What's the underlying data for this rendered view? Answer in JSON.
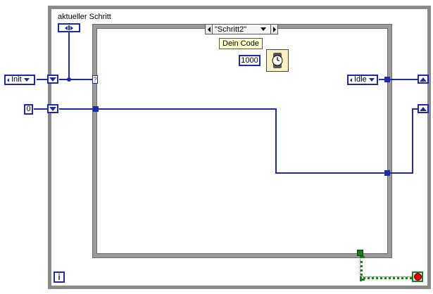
{
  "loop": {
    "iteration_terminal": "i"
  },
  "state_indicator": {
    "label": "aktueller Schritt"
  },
  "inputs": {
    "init_enum": "Init",
    "zero_const": "0"
  },
  "case_structure": {
    "selector_label": "\"Schritt2\"",
    "comment": "Dein Code",
    "wait_ms": "1000",
    "next_state": "Idle"
  },
  "colors": {
    "wire_enum": "#1f2aa8",
    "wire_bool": "#1d7d1d",
    "stop_red": "#e00000",
    "comment_bg": "#ffffcc"
  }
}
